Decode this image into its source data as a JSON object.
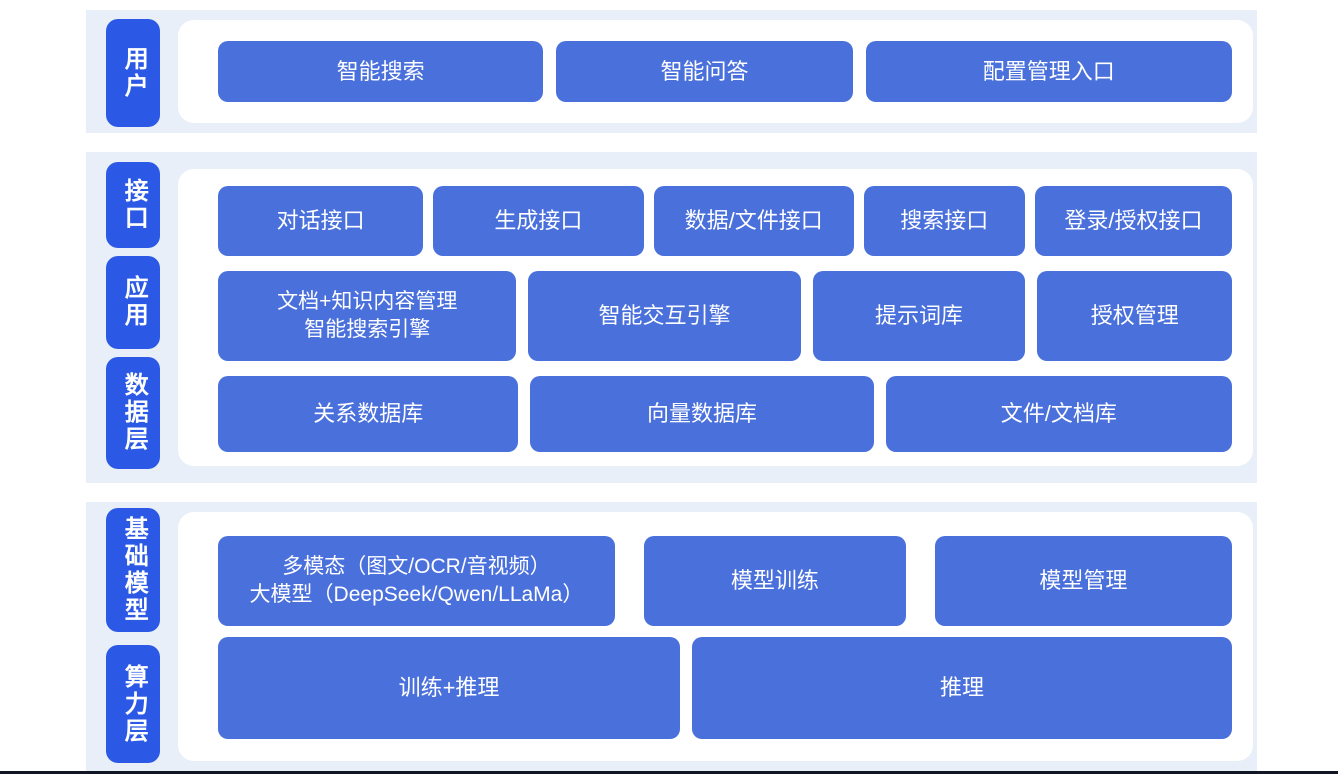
{
  "colors": {
    "band_background": "#e9eff8",
    "layer_label_blue": "#2b59e6",
    "node_blue": "#4a70dc",
    "panel_white": "#ffffff",
    "divider_dark": "#121523",
    "text_white": "#ffffff"
  },
  "sections": [
    {
      "labels": [
        "用户"
      ],
      "rows": [
        {
          "boxes": [
            {
              "label": "智能搜索"
            },
            {
              "label": "智能问答"
            },
            {
              "label": "配置管理入口"
            }
          ]
        }
      ]
    },
    {
      "labels": [
        "接口",
        "应用",
        "数据层"
      ],
      "rows": [
        {
          "boxes": [
            {
              "label": "对话接口"
            },
            {
              "label": "生成接口"
            },
            {
              "label": "数据/文件接口"
            },
            {
              "label": "搜索接口"
            },
            {
              "label": "登录/授权接口"
            }
          ]
        },
        {
          "boxes": [
            {
              "label": "文档+知识内容管理\n智能搜索引擎"
            },
            {
              "label": "智能交互引擎"
            },
            {
              "label": "提示词库"
            },
            {
              "label": "授权管理"
            }
          ]
        },
        {
          "boxes": [
            {
              "label": "关系数据库"
            },
            {
              "label": "向量数据库"
            },
            {
              "label": "文件/文档库"
            }
          ]
        }
      ]
    },
    {
      "labels": [
        "基础模型",
        "算力层"
      ],
      "rows": [
        {
          "boxes": [
            {
              "label": "多模态（图文/OCR/音视频）\n大模型（DeepSeek/Qwen/LLaMa）"
            },
            {
              "label": "模型训练"
            },
            {
              "label": "模型管理"
            }
          ]
        },
        {
          "boxes": [
            {
              "label": "训练+推理"
            },
            {
              "label": "推理"
            }
          ]
        }
      ]
    }
  ]
}
